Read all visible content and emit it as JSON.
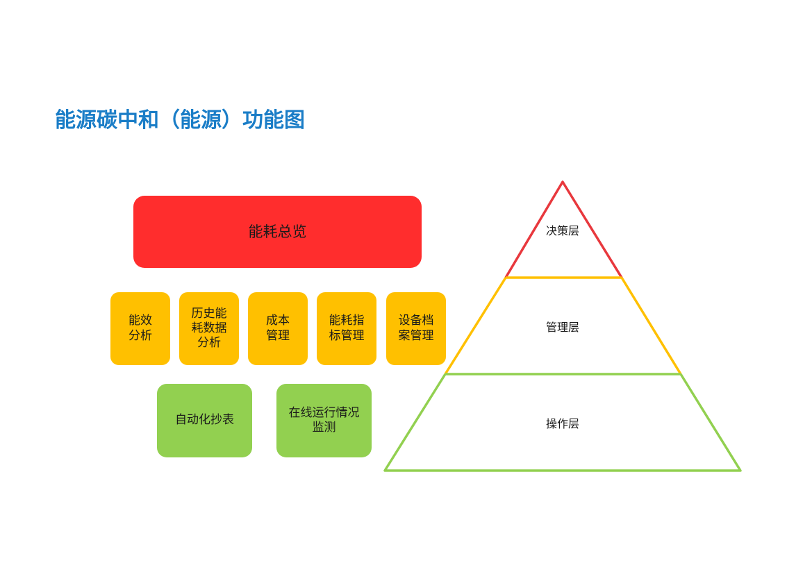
{
  "title": "能源碳中和（能源）功能图",
  "function_map": {
    "top": "能耗总览",
    "middle": [
      "能效\n分析",
      "历史能\n耗数据\n分析",
      "成本\n管理",
      "能耗指\n标管理",
      "设备档\n案管理"
    ],
    "bottom": [
      "自动化抄表",
      "在线运行情况\n监测"
    ]
  },
  "pyramid": {
    "layers": [
      {
        "label": "决策层",
        "color": "#e8383d"
      },
      {
        "label": "管理层",
        "color": "#ffc000"
      },
      {
        "label": "操作层",
        "color": "#92d050"
      }
    ]
  },
  "colors": {
    "title": "#1a7dc7",
    "top_box": "#ff2d2d",
    "middle_boxes": "#ffc000",
    "bottom_boxes": "#92d050"
  }
}
